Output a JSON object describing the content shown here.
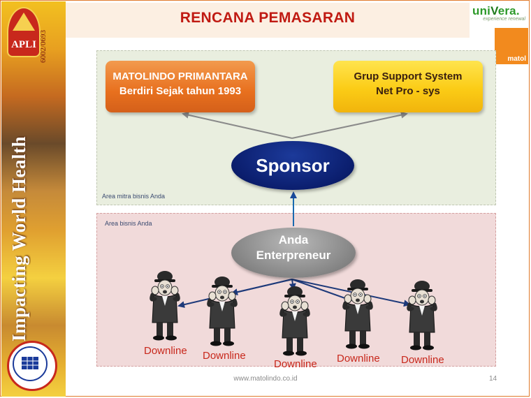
{
  "title": "RENCANA PEMASARAN",
  "left_strip": {
    "logo_text": "APLI",
    "logo_code": "6002/0693",
    "tagline": "Impacting World Health"
  },
  "brand": {
    "univera_pre": "uni",
    "univera_post": "era.",
    "univera_sub": "experience renewal",
    "matol": "matol"
  },
  "zones": {
    "top_label": "Area mitra bisnis Anda",
    "bottom_label": "Area bisnis Anda"
  },
  "boxes": {
    "matolindo": {
      "line1": "MATOLINDO PRIMANTARA",
      "line2": "Berdiri Sejak tahun 1993"
    },
    "support": {
      "line1": "Grup Support System",
      "line2": "Net Pro - sys"
    }
  },
  "sponsor": "Sponsor",
  "anda": {
    "line1": "Anda",
    "line2": "Enterpreneur"
  },
  "downlines": [
    "Downline",
    "Downline",
    "Downline",
    "Downline",
    "Downline"
  ],
  "footer": {
    "url": "www.matolindo.co.id",
    "page": "14"
  },
  "colors": {
    "title_red": "#c01a12",
    "orange": "#e8701e",
    "yellow": "#fbcc16",
    "navy": "#0b1e6e",
    "grey": "#8c8c8c",
    "downline_red": "#c8281c"
  }
}
